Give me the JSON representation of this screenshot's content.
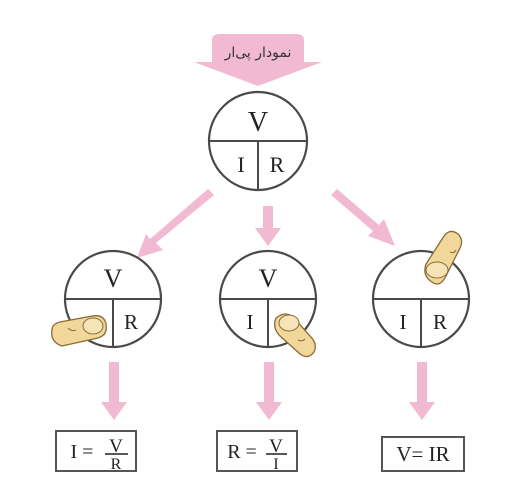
{
  "header": {
    "label": "نمودار پی‌ار",
    "arrow_color": "#f2b9d3"
  },
  "top_circle": {
    "top": "V",
    "bottom_left": "I",
    "bottom_right": "R"
  },
  "cases": [
    {
      "top": "V",
      "bottom_left": "",
      "bottom_right": "R",
      "covered": "I",
      "formula": {
        "lhs": "I =",
        "numerator": "V",
        "denominator": "R"
      }
    },
    {
      "top": "V",
      "bottom_left": "I",
      "bottom_right": "",
      "covered": "R",
      "formula": {
        "lhs": "R =",
        "numerator": "V",
        "denominator": "I"
      }
    },
    {
      "top": "",
      "bottom_left": "I",
      "bottom_right": "R",
      "covered": "V",
      "formula": {
        "lhs": "V= IR",
        "numerator": "",
        "denominator": ""
      }
    }
  ],
  "colors": {
    "arrow": "#f2b9d3",
    "outline": "#4a4a4a",
    "finger": "#f1d79a"
  }
}
